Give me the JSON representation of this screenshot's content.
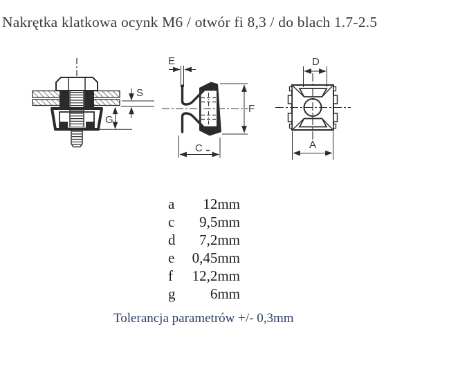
{
  "page": {
    "title": "Nakrętka klatkowa ocynk M6 / otwór fi 8,3 / do blach 1.7-2.5",
    "tolerance_note": "Tolerancja parametrów +/- 0,3mm"
  },
  "diagram": {
    "dim_labels": {
      "s": "S",
      "g": "G",
      "e": "E",
      "f": "F",
      "c": "C",
      "d": "D",
      "a": "A"
    }
  },
  "dimensions_table": {
    "rows": [
      {
        "param": "a",
        "value": "12mm"
      },
      {
        "param": "c",
        "value": "9,5mm"
      },
      {
        "param": "d",
        "value": "7,2mm"
      },
      {
        "param": "e",
        "value": "0,45mm"
      },
      {
        "param": "f",
        "value": "12,2mm"
      },
      {
        "param": "g",
        "value": "6mm"
      }
    ]
  },
  "colors": {
    "ink": "#2b2b2b",
    "dim_ink": "#3d3d3d",
    "title_ink": "#3a3a3a",
    "tolerance_ink": "#2e4168",
    "background": "#ffffff"
  }
}
